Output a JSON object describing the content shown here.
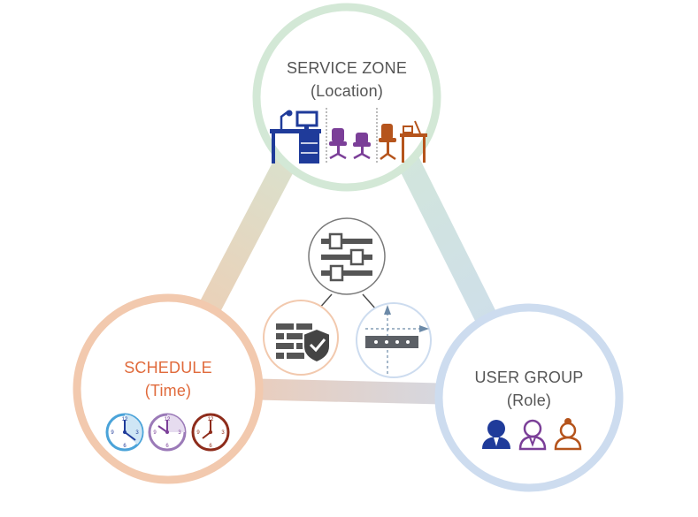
{
  "nodes": {
    "service_zone": {
      "title": "SERVICE ZONE",
      "subtitle": "(Location)",
      "ring_color": "#d3e8d6",
      "text_color": "#555555"
    },
    "schedule": {
      "title": "SCHEDULE",
      "subtitle": "(Time)",
      "ring_color": "#f2c9ae",
      "text_color": "#e06a3b"
    },
    "user_group": {
      "title": "USER GROUP",
      "subtitle": "(Role)",
      "ring_color": "#cddcef",
      "text_color": "#555555"
    }
  },
  "colors": {
    "blue": "#1f3b9a",
    "purple": "#7b3f98",
    "orange": "#b5541c",
    "dark_red": "#8e2c1b",
    "clock_blue": "#4aa3d9",
    "clock_purple": "#9b7ab8",
    "gray_icon": "#555555",
    "center_ring": "#7a7a7a"
  },
  "icons": {
    "settings": "sliders-icon",
    "firewall": "firewall-shield-icon",
    "routing": "switch-routing-icon"
  },
  "clocks": {
    "numbers": [
      "12",
      "3",
      "6",
      "9"
    ]
  }
}
